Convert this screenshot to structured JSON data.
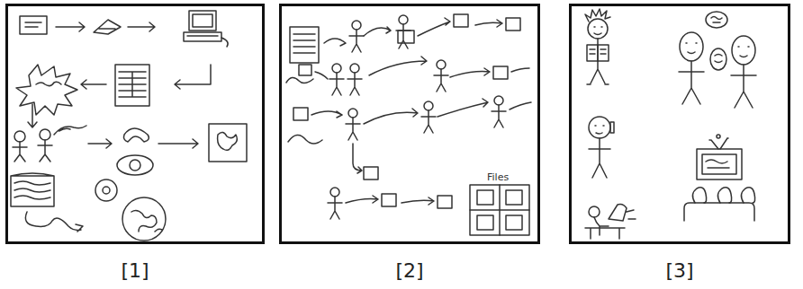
{
  "diagram": {
    "nodes": [
      {
        "text": [
          "[1]"
        ]
      },
      {
        "text": [
          "[2]"
        ]
      },
      {
        "text": [
          "[3]"
        ]
      }
    ],
    "labels": [
      "Files"
    ]
  }
}
